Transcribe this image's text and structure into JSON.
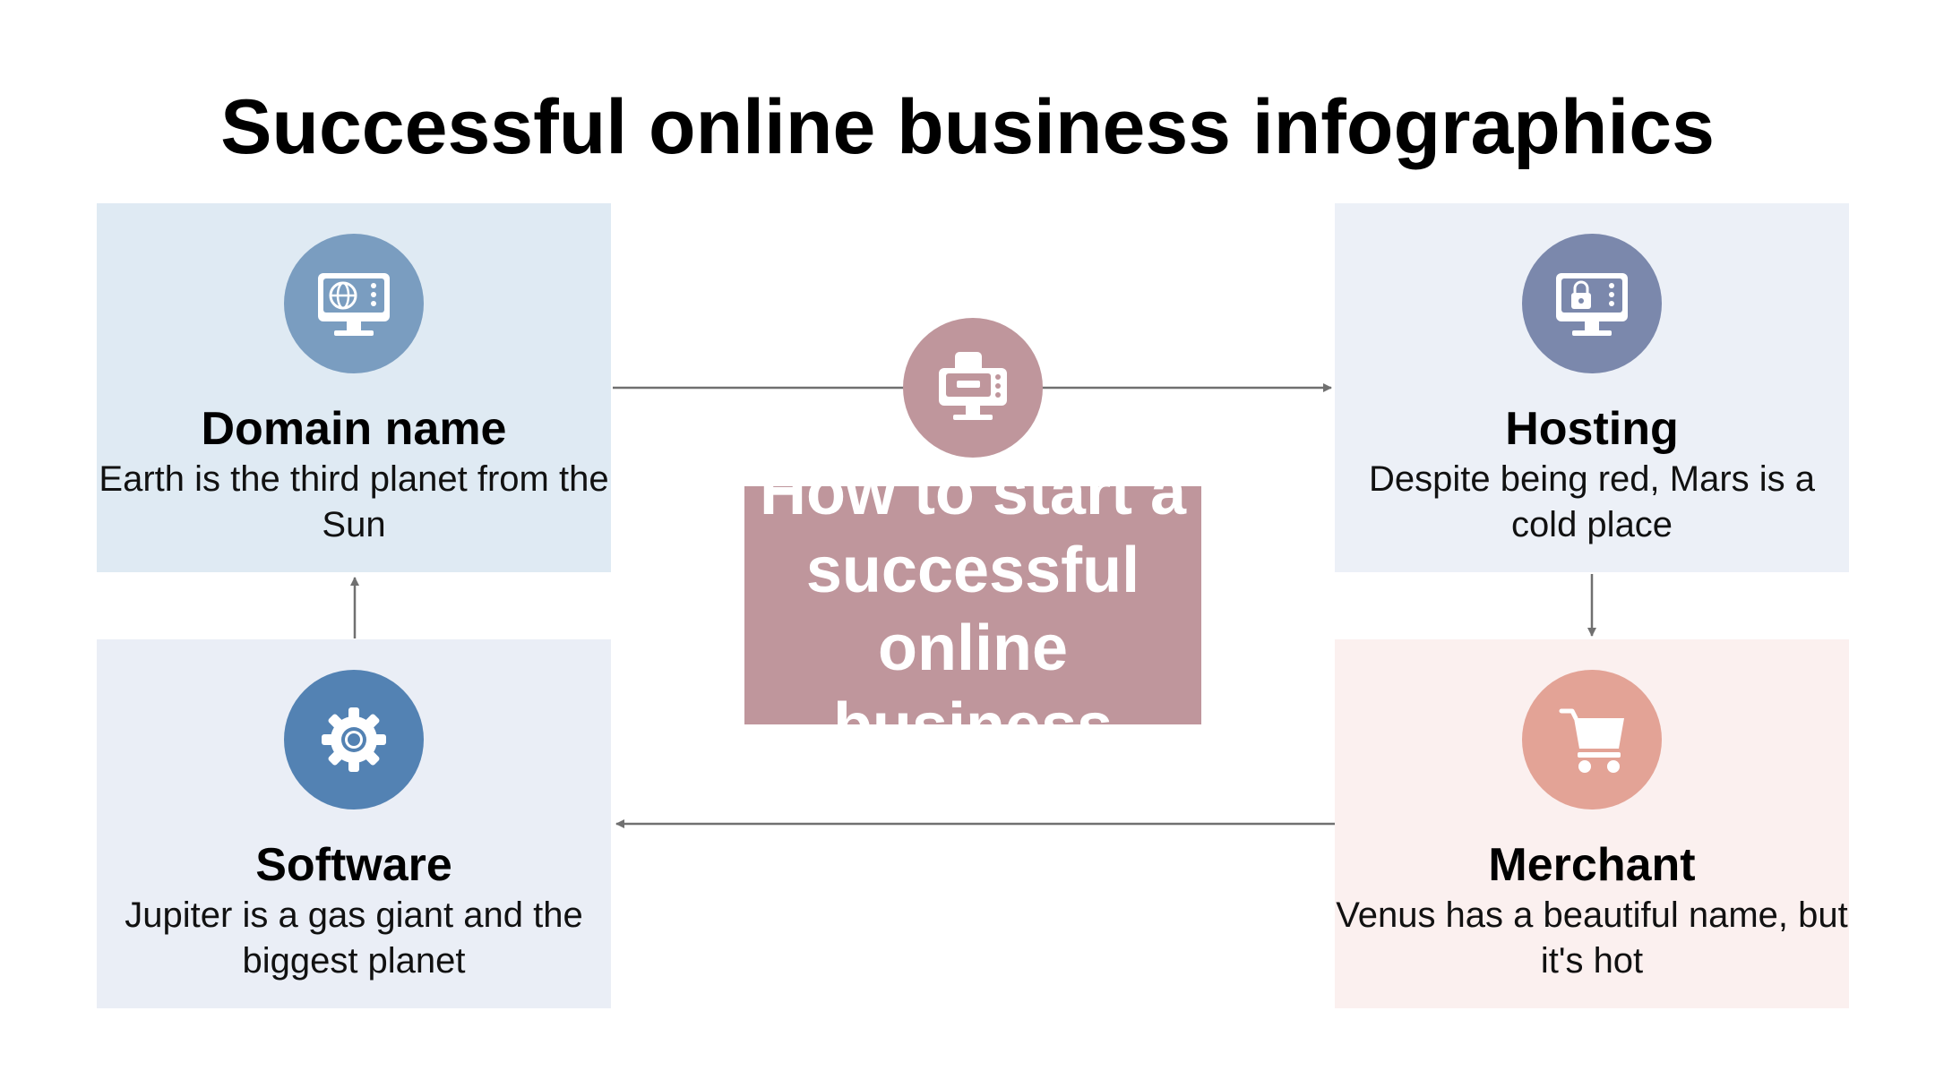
{
  "title": "Successful online business infographics",
  "center": {
    "text": "How to start a successful online business",
    "icon": "pos-terminal-icon",
    "color": "#BF969C"
  },
  "cards": {
    "domain": {
      "heading": "Domain name",
      "desc": "Earth is the third planet from the Sun",
      "icon": "globe-monitor-icon",
      "bg": "#DFEAF3",
      "accent": "#7A9DC0"
    },
    "hosting": {
      "heading": "Hosting",
      "desc": "Despite being red, Mars is a cold place",
      "icon": "lock-monitor-icon",
      "bg": "#ECF0F7",
      "accent": "#7B88AC"
    },
    "software": {
      "heading": "Software",
      "desc": "Jupiter is a gas giant and the biggest planet",
      "icon": "gear-icon",
      "bg": "#EAEEF6",
      "accent": "#5382B3"
    },
    "merchant": {
      "heading": "Merchant",
      "desc": "Venus has a beautiful name, but it's hot",
      "icon": "shopping-cart-icon",
      "bg": "#FBF0EF",
      "accent": "#E3A396"
    }
  },
  "connector_color": "#707070"
}
